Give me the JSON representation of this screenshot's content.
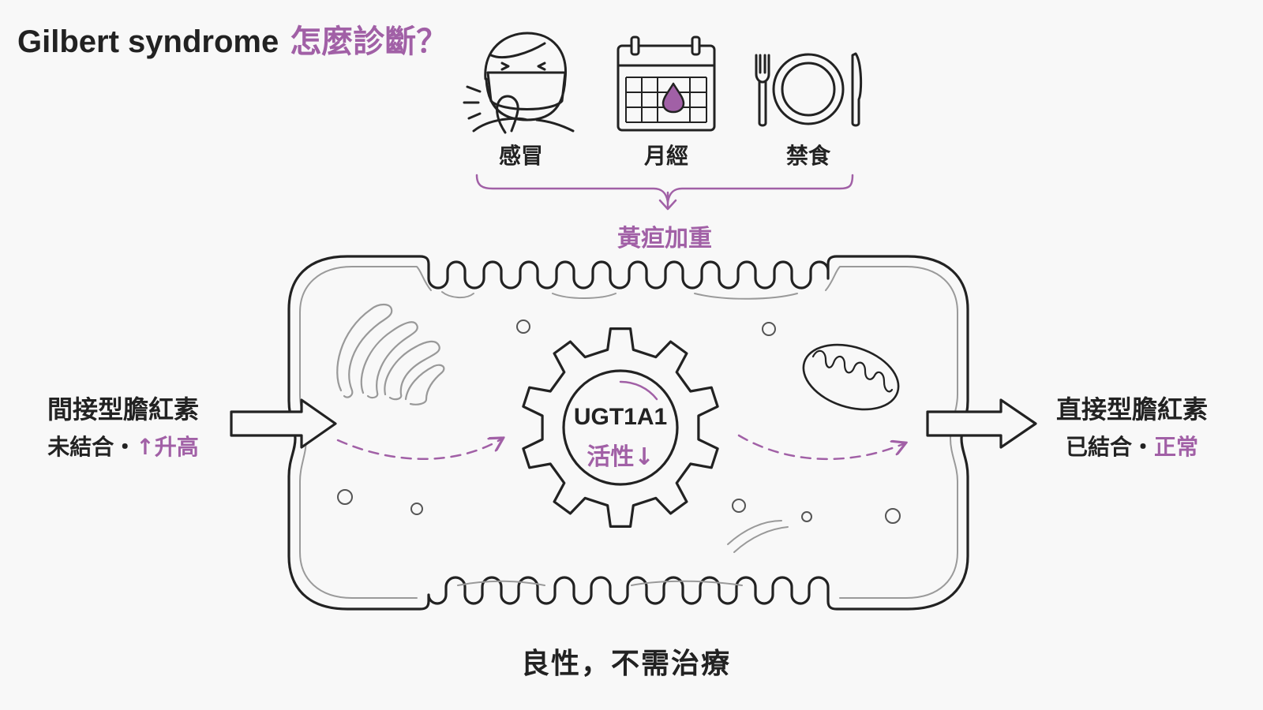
{
  "title": {
    "en": "Gilbert syndrome",
    "zh": "怎麼診斷？"
  },
  "triggers": [
    {
      "label": "感冒",
      "icon": "sick-person-mask-icon"
    },
    {
      "label": "月經",
      "icon": "calendar-drop-icon"
    },
    {
      "label": "禁食",
      "icon": "plate-fork-knife-icon"
    }
  ],
  "trigger_result": "黃疸加重",
  "enzyme": {
    "name": "UGT1A1",
    "activity": "活性↓"
  },
  "input": {
    "name": "間接型膽紅素",
    "state": "未結合・",
    "trend": "↑升高"
  },
  "output": {
    "name": "直接型膽紅素",
    "state": "已結合・",
    "trend": "正常"
  },
  "conclusion": "良性，不需治療",
  "colors": {
    "accent": "#a160a6",
    "ink": "#222222",
    "background": "#f8f8f8"
  }
}
